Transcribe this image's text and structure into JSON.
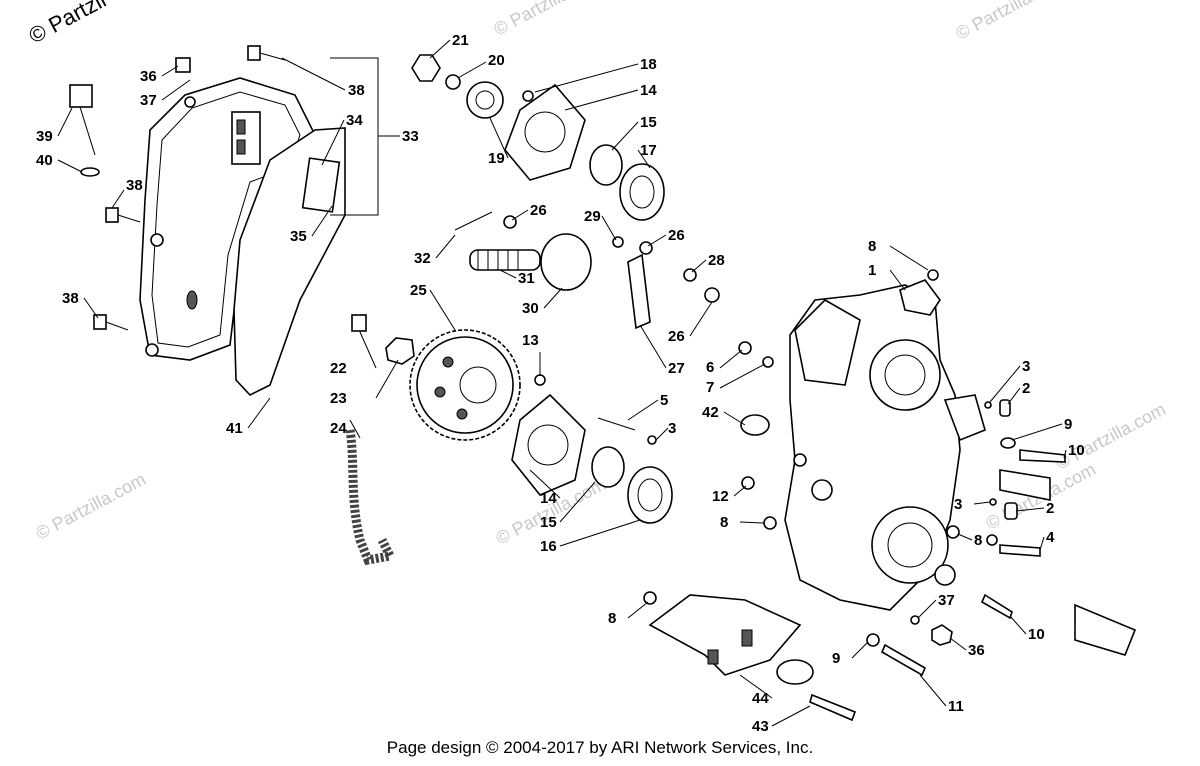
{
  "watermarks": {
    "corner": "© Partzil",
    "repeat": [
      "© Partzilla.com",
      "© Partzilla.com",
      "© Partzilla.com",
      "© Partzilla.com",
      "© Partzilla.com",
      "© Partzilla.com"
    ]
  },
  "footer": "Page design © 2004-2017 by ARI Network Services, Inc.",
  "callouts": [
    "21",
    "20",
    "18",
    "14",
    "15",
    "17",
    "19",
    "36",
    "37",
    "38",
    "34",
    "33",
    "39",
    "40",
    "38",
    "35",
    "38",
    "26",
    "29",
    "26",
    "32",
    "31",
    "28",
    "30",
    "25",
    "26",
    "27",
    "22",
    "23",
    "13",
    "6",
    "7",
    "5",
    "3",
    "41",
    "24",
    "14",
    "15",
    "16",
    "42",
    "12",
    "8",
    "8",
    "1",
    "3",
    "2",
    "9",
    "10",
    "3",
    "2",
    "8",
    "4",
    "37",
    "36",
    "10",
    "8",
    "9",
    "44",
    "43",
    "11"
  ]
}
